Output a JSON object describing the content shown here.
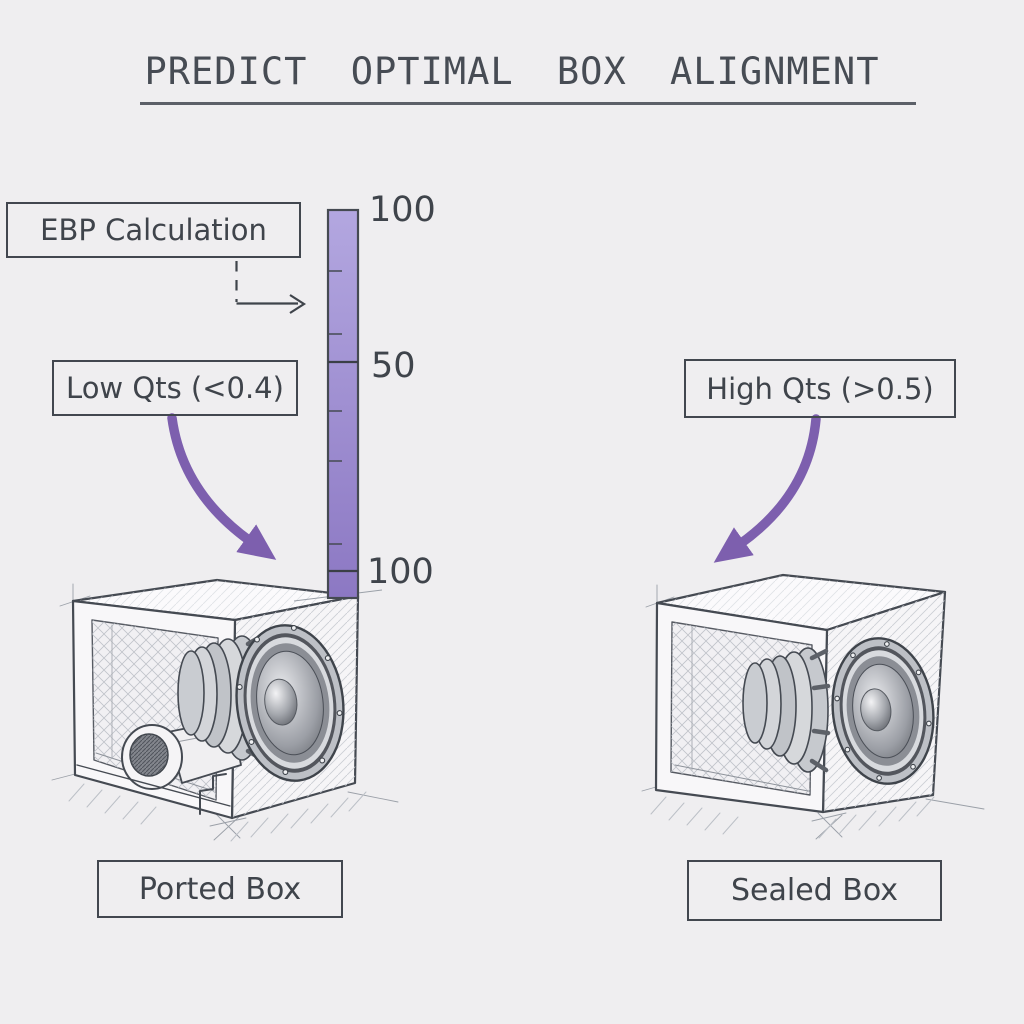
{
  "title": "PREDICT OPTIMAL BOX ALIGNMENT",
  "flowchart": {
    "ebp_box": {
      "label": "EBP Calculation"
    },
    "scale_bar": {
      "top_label": "100",
      "middle_label": "50",
      "bottom_label": "100"
    },
    "branches": {
      "left": {
        "condition_label": "Low Qts (<0.4)",
        "result_label": "Ported Box"
      },
      "right": {
        "condition_label": "High Qts (>0.5)",
        "result_label": "Sealed Box"
      }
    }
  },
  "colors": {
    "background": "#efeef0",
    "ink": "#3f444b",
    "box_border": "#42474f",
    "accent_purple": "#7d5fae",
    "bar_gradient_top": "#b3a7e0",
    "bar_gradient_bottom": "#8c78c3"
  }
}
